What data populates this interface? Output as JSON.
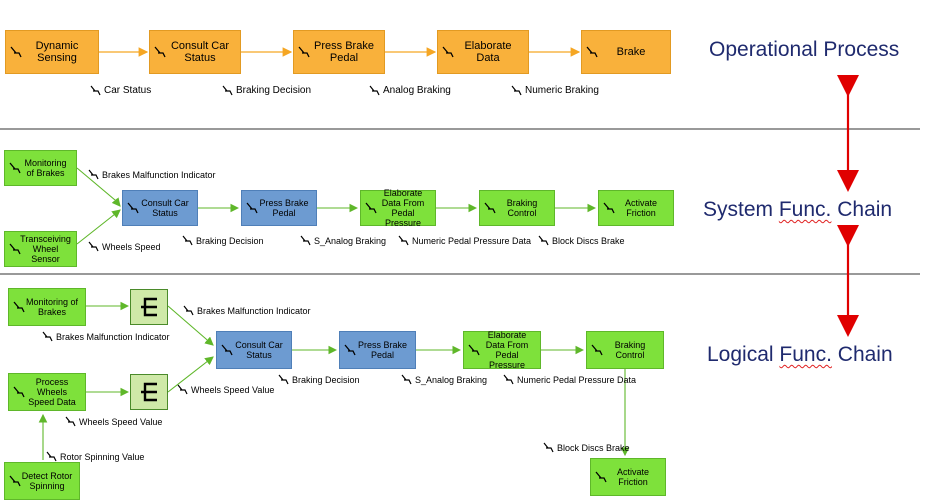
{
  "lanes": {
    "operational": {
      "label": "Operational Process",
      "nodes": [
        {
          "label": "Dynamic Sensing"
        },
        {
          "label": "Consult Car Status"
        },
        {
          "label": "Press Brake Pedal"
        },
        {
          "label": "Elaborate Data"
        },
        {
          "label": "Brake"
        }
      ],
      "edges": [
        {
          "label": "Car Status"
        },
        {
          "label": "Braking Decision"
        },
        {
          "label": "Analog Braking"
        },
        {
          "label": "Numeric Braking"
        }
      ]
    },
    "system": {
      "label_word1": "System",
      "label_word2": "Func.",
      "label_word3": "Chain",
      "nodes": [
        {
          "label": "Monitoring of Brakes"
        },
        {
          "label": "Transceiving Wheel Sensor"
        },
        {
          "label": "Consult Car Status"
        },
        {
          "label": "Press Brake Pedal"
        },
        {
          "label": "Elaborate Data From Pedal Pressure"
        },
        {
          "label": "Braking Control"
        },
        {
          "label": "Activate Friction"
        }
      ],
      "edges": [
        {
          "label": "Brakes Malfunction Indicator"
        },
        {
          "label": "Wheels Speed"
        },
        {
          "label": "Braking Decision"
        },
        {
          "label": "S_Analog Braking"
        },
        {
          "label": "Numeric Pedal Pressure Data"
        },
        {
          "label": "Block Discs Brake"
        }
      ]
    },
    "logical": {
      "label_word1": "Logical",
      "label_word2": "Func.",
      "label_word3": "Chain",
      "nodes": [
        {
          "label": "Monitoring of Brakes"
        },
        {
          "label": "Process Wheels Speed Data"
        },
        {
          "label": "Detect Rotor Spinning"
        },
        {
          "label": "Consult Car Status"
        },
        {
          "label": "Press Brake Pedal"
        },
        {
          "label": "Elaborate Data From Pedal Pressure"
        },
        {
          "label": "Braking Control"
        },
        {
          "label": "Activate Friction"
        }
      ],
      "edges": [
        {
          "label": "Brakes Malfunction Indicator"
        },
        {
          "label": "Brakes Malfunction Indicator"
        },
        {
          "label": "Wheels Speed Value"
        },
        {
          "label": "Wheels Speed Value"
        },
        {
          "label": "Rotor Spinning Value"
        },
        {
          "label": "Braking Decision"
        },
        {
          "label": "S_Analog Braking"
        },
        {
          "label": "Numeric Pedal Pressure Data"
        },
        {
          "label": "Block Discs Brake"
        }
      ]
    }
  },
  "colors": {
    "operational_node": "#f9b13b",
    "function_node": "#7ee13b",
    "system_function_node": "#6d9bd1",
    "flow_arrow_operational": "#f5a623",
    "flow_arrow_functional": "#5fb72a",
    "traceability_arrow": "#e00000",
    "lane_label_text": "#1f2a6e"
  }
}
